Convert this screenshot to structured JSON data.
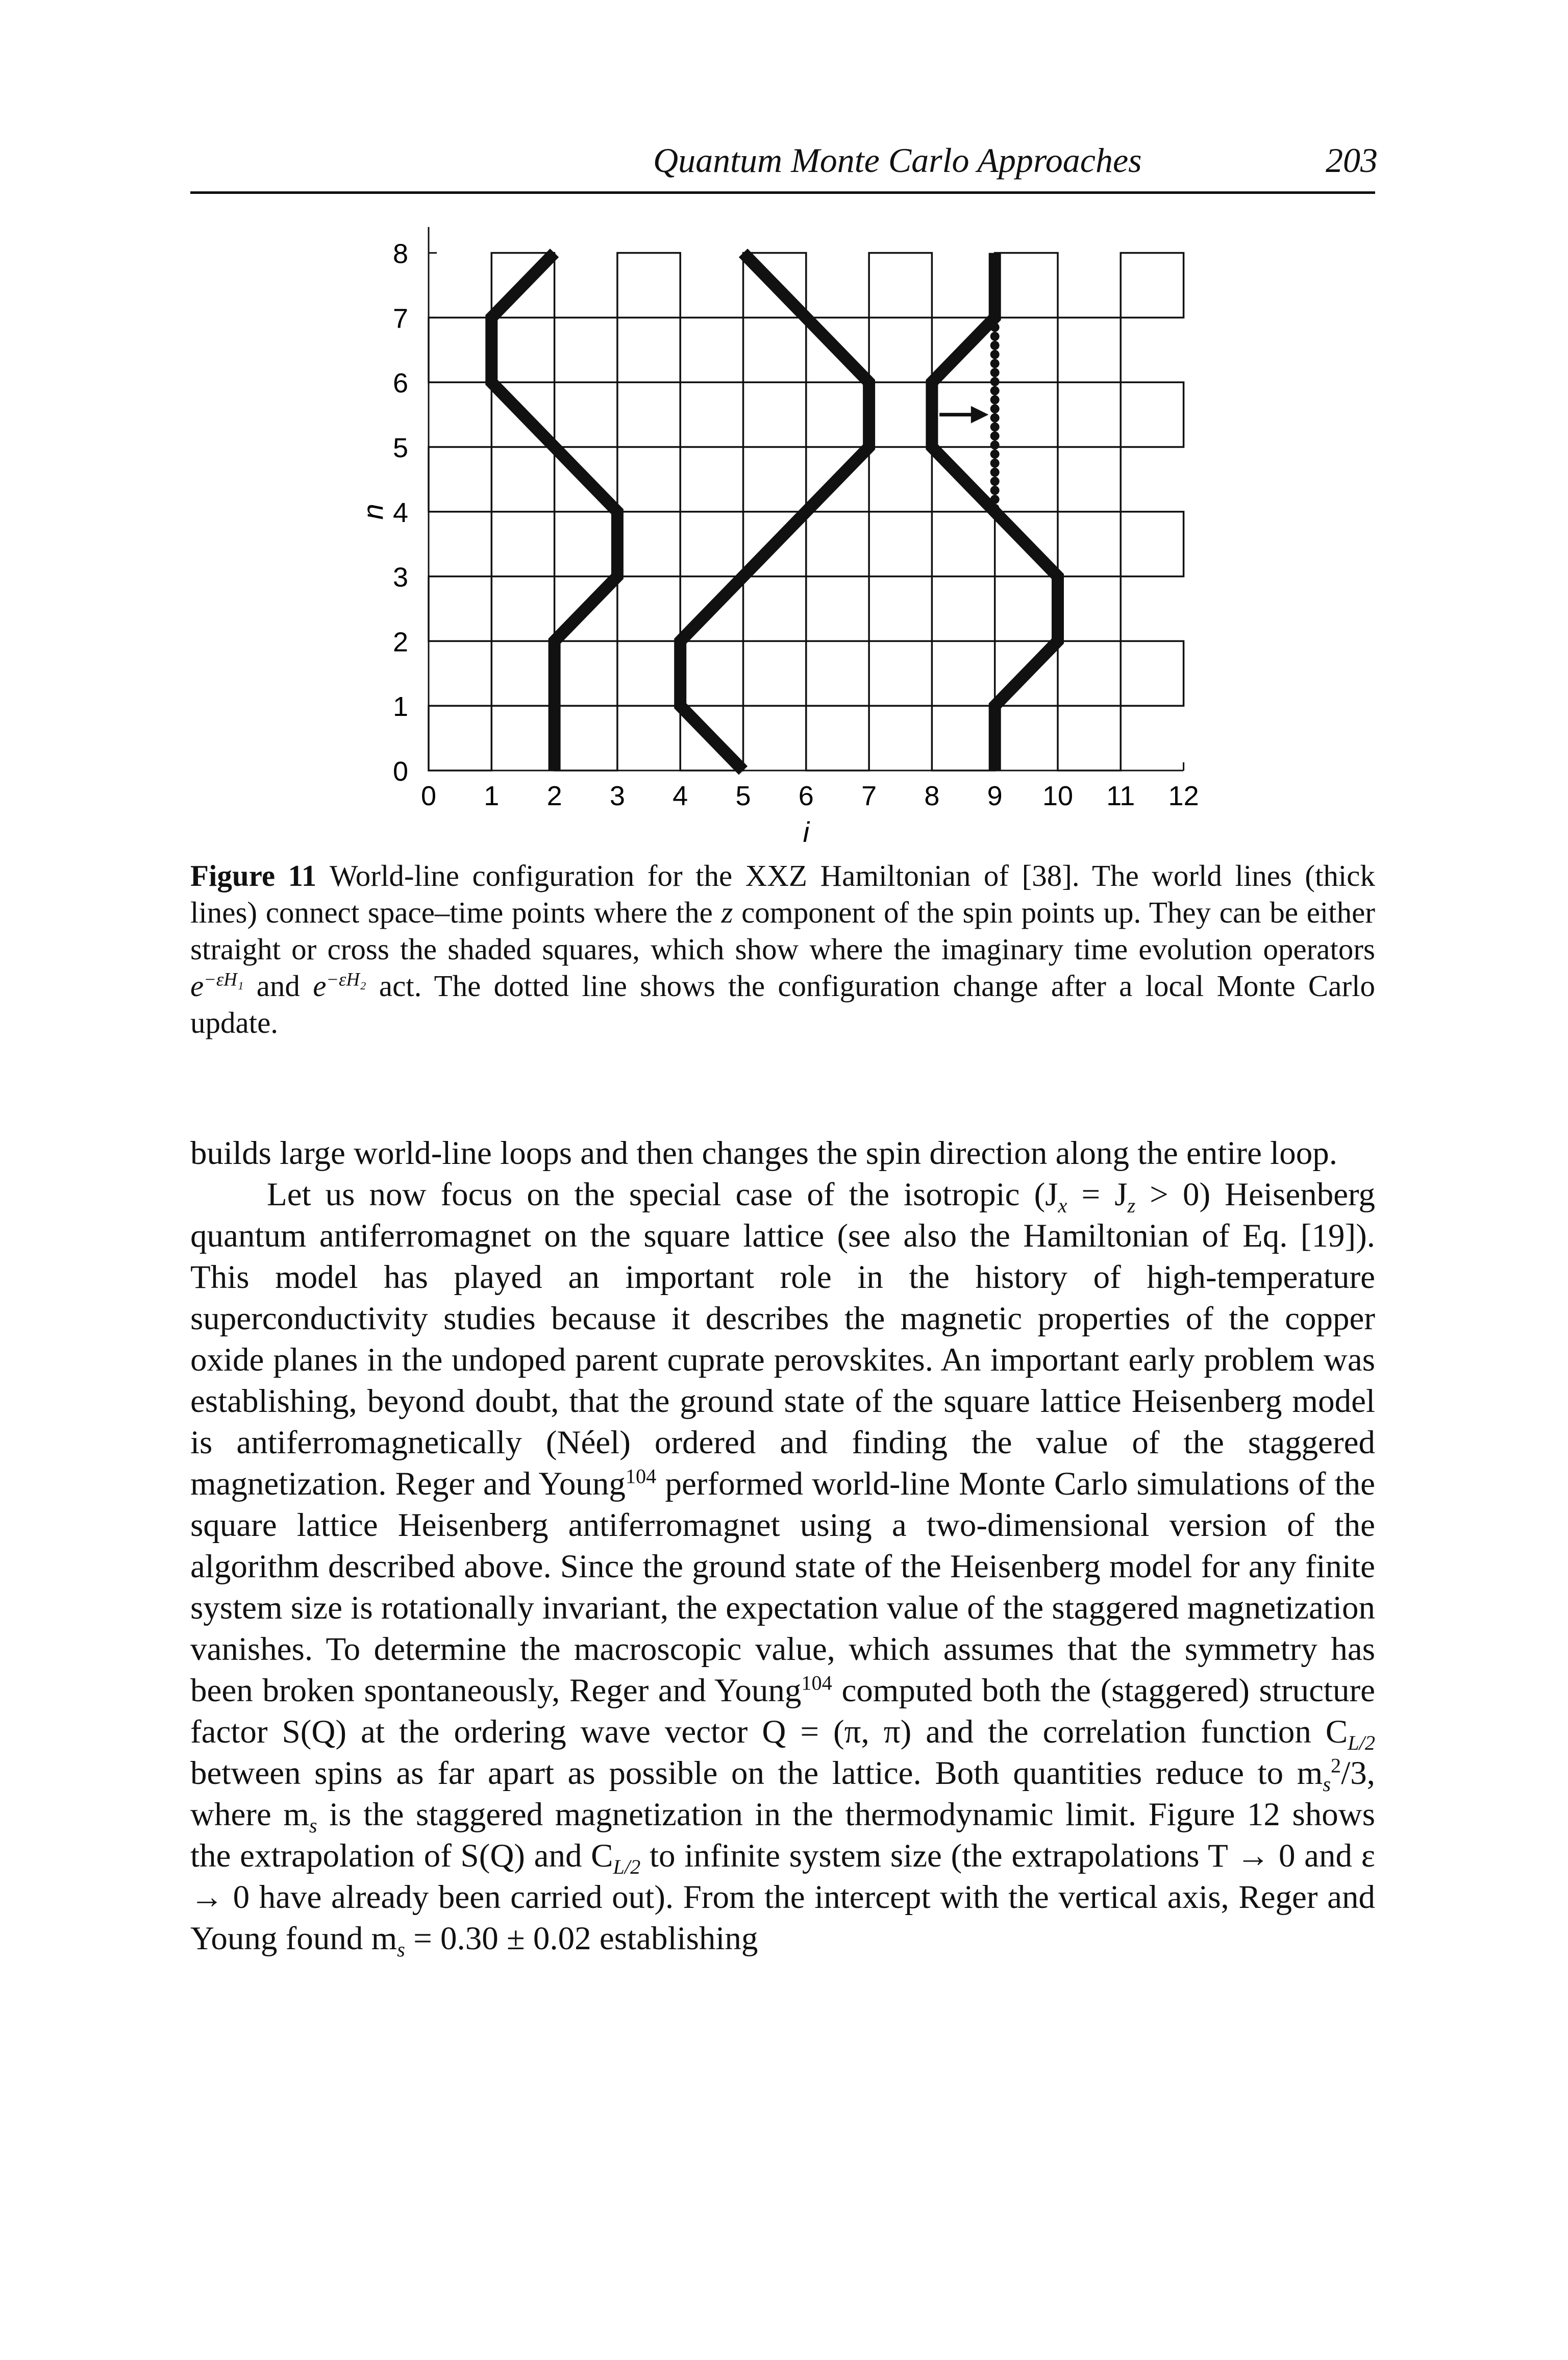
{
  "header": {
    "title": "Quantum Monte Carlo Approaches",
    "page_number": "203"
  },
  "figure": {
    "y_axis_label": "n",
    "x_axis_label": "i",
    "y_ticks": [
      "0",
      "1",
      "2",
      "3",
      "4",
      "5",
      "6",
      "7",
      "8"
    ],
    "x_ticks": [
      "0",
      "1",
      "2",
      "3",
      "4",
      "5",
      "6",
      "7",
      "8",
      "9",
      "10",
      "11",
      "12"
    ],
    "arrow_glyph": "→"
  },
  "caption": {
    "label": "Figure 11",
    "text_1": "World-line configuration for the XXZ Hamiltonian of [38]. The world lines (thick lines) connect space–time points where the ",
    "z_symbol": "z",
    "text_2": " component of the spin points up. They can be either straight or cross the shaded squares, which show where the imaginary time evolution operators ",
    "op1_base": "e",
    "op1_exp": "−εH₁",
    "and_word": " and ",
    "op2_base": "e",
    "op2_exp": "−εH₂",
    "text_3": " act. The dotted line shows the configuration change after a local Monte Carlo update."
  },
  "body": {
    "p1": "builds large world-line loops and then changes the spin direction along the entire loop.",
    "p2": [
      "Let us now focus on the special case of the isotropic (J",
      "x",
      " = J",
      "z",
      " > 0) Heisenberg quantum antiferromagnet on the square lattice (see also the Hamiltonian of Eq. [19]). This model has played an important role in the history of high-temperature superconductivity studies because it describes the magnetic properties of the copper oxide planes in the undoped parent cuprate perovskites. An important early problem was establishing, beyond doubt, that the ground state of the square lattice Heisenberg model is antiferromagnetically (Néel) ordered and finding the value of the staggered magnetization. Reger and Young",
      "104",
      " performed world-line Monte Carlo simulations of the square lattice Heisenberg antiferromagnet using a two-dimensional version of the algorithm described above. Since the ground state of the Heisenberg model for any finite system size is rotationally invariant, the expectation value of the staggered magnetization vanishes. To determine the macroscopic value, which assumes that the symmetry has been broken spontaneously, Reger and Young",
      "104",
      " computed both the (staggered) structure factor S(Q) at the ordering wave vector Q = (π, π) and the correlation function C",
      "L/2",
      " between spins as far apart as possible on the lattice. Both quantities reduce to m",
      "s",
      "2",
      "/3, where m",
      "s",
      " is the staggered magnetization in the thermodynamic limit. Figure 12 shows the extrapolation of S(Q) and C",
      "L/2",
      " to infinite system size (the extrapolations T → 0 and ε → 0 have already been carried out). From the intercept with the vertical axis, Reger and Young found m",
      "s",
      " = 0.30 ± 0.02 establishing"
    ]
  }
}
